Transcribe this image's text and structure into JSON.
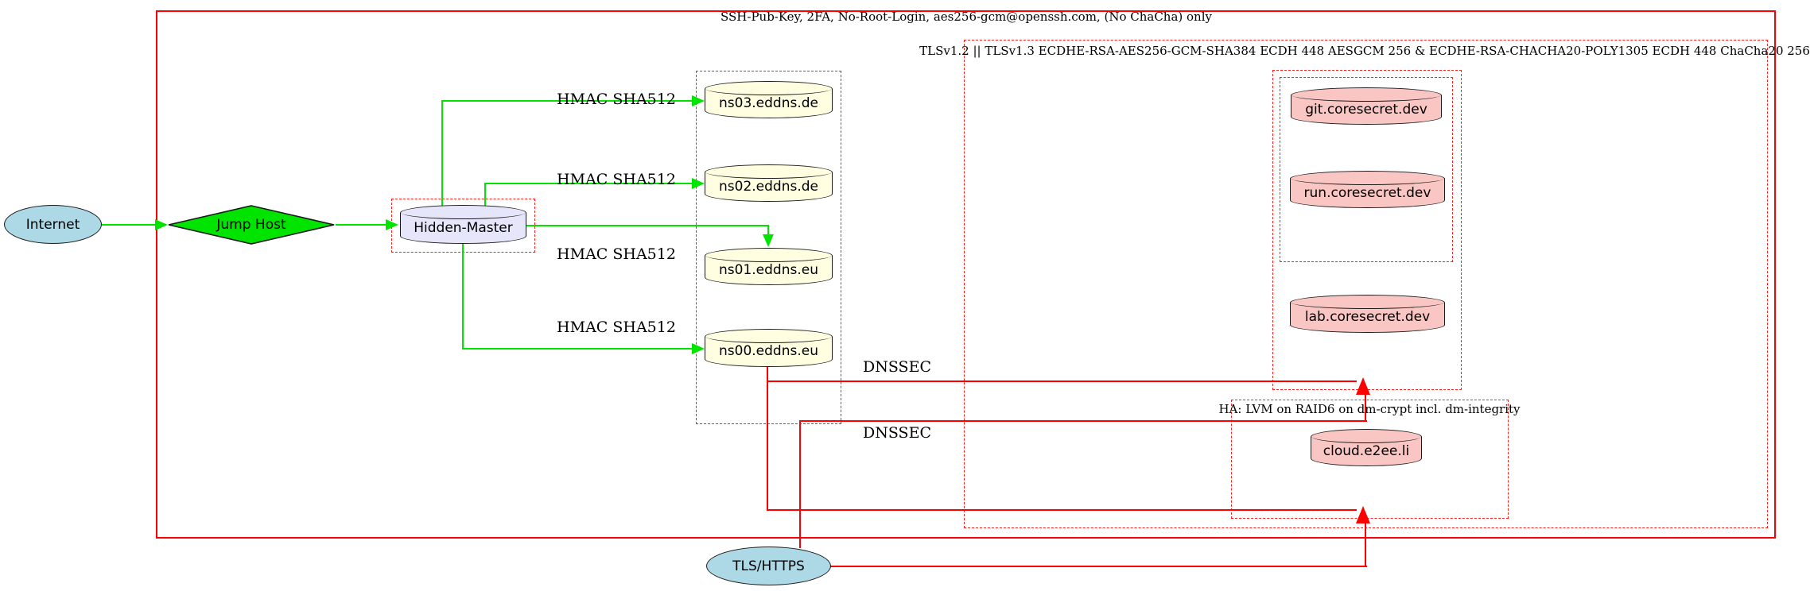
{
  "frame": {
    "label": "SSH-Pub-Key, 2FA, No-Root-Login, aes256-gcm@openssh.com, (No ChaCha) only"
  },
  "tls_cluster": {
    "label": "TLSv1.2 || TLSv1.3 ECDHE-RSA-AES256-GCM-SHA384 ECDH 448 AESGCM 256 & ECDHE-RSA-CHACHA20-POLY1305 ECDH 448 ChaCha20 256"
  },
  "ha_cluster": {
    "label": "HA: LVM on RAID6 on dm-crypt incl. dm-integrity"
  },
  "nodes": {
    "internet": {
      "label": "Internet",
      "shape": "ellipse"
    },
    "jump_host": {
      "label": "Jump Host",
      "shape": "diamond"
    },
    "hidden_master": {
      "label": "Hidden-Master",
      "shape": "cylinder"
    },
    "ns03": {
      "label": "ns03.eddns.de",
      "shape": "cylinder"
    },
    "ns02": {
      "label": "ns02.eddns.de",
      "shape": "cylinder"
    },
    "ns01": {
      "label": "ns01.eddns.eu",
      "shape": "cylinder"
    },
    "ns00": {
      "label": "ns00.eddns.eu",
      "shape": "cylinder"
    },
    "git": {
      "label": "git.coresecret.dev",
      "shape": "cylinder"
    },
    "run": {
      "label": "run.coresecret.dev",
      "shape": "cylinder"
    },
    "lab": {
      "label": "lab.coresecret.dev",
      "shape": "cylinder"
    },
    "cloud": {
      "label": "cloud.e2ee.li",
      "shape": "cylinder"
    },
    "tls_https": {
      "label": "TLS/HTTPS",
      "shape": "ellipse"
    }
  },
  "edge_labels": {
    "hmac_ns03": "HMAC SHA512",
    "hmac_ns02": "HMAC SHA512",
    "hmac_ns01": "HMAC SHA512",
    "hmac_ns00": "HMAC SHA512",
    "dnssec_top": "DNSSEC",
    "dnssec_bottom": "DNSSEC"
  },
  "colors": {
    "cluster_border_red": "#ff0000",
    "secure_edge_green": "#00e400",
    "tls_edge_red": "#ff0000",
    "internet_fill": "#add8e6",
    "jump_host_fill": "#00e400",
    "hidden_master_fill": "#e6e6fa",
    "dns_node_fill": "#fffee0",
    "service_node_fill": "#f9c6c4",
    "tls_https_fill": "#add8e6"
  }
}
